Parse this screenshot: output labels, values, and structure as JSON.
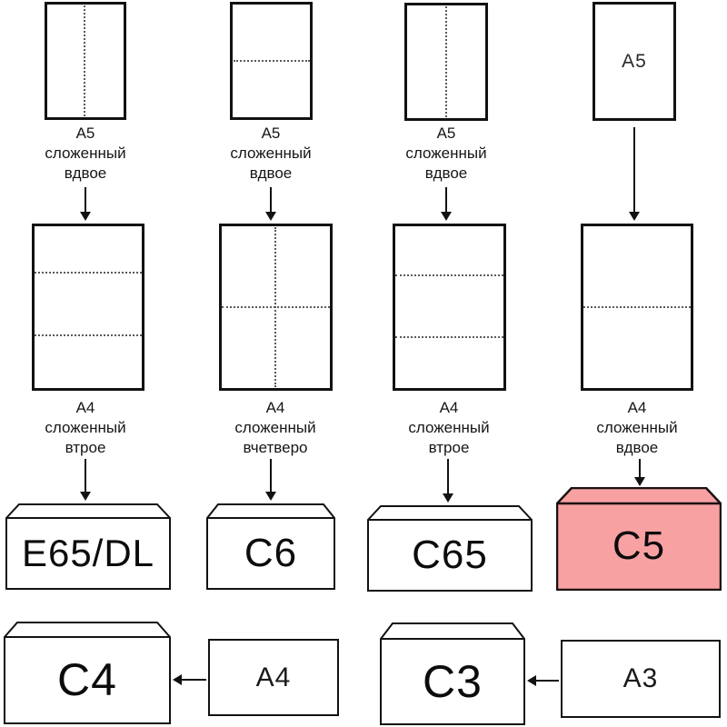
{
  "colors": {
    "highlight": "#f7a1a3",
    "paper": "#ffffff",
    "line": "#121212"
  },
  "columns": [
    {
      "a5_caption": [
        "A5",
        "сложенный",
        "вдвое"
      ],
      "a4_caption": [
        "A4",
        "сложенный",
        "втрое"
      ],
      "envelope_label": "E65/DL"
    },
    {
      "a5_caption": [
        "A5",
        "сложенный",
        "вдвое"
      ],
      "a4_caption": [
        "A4",
        "сложенный",
        "вчетверо"
      ],
      "envelope_label": "C6"
    },
    {
      "a5_caption": [
        "A5",
        "сложенный",
        "вдвое"
      ],
      "a4_caption": [
        "A4",
        "сложенный",
        "втрое"
      ],
      "envelope_label": "C65"
    },
    {
      "a5_inner_label": "A5",
      "a4_caption": [
        "A4",
        "сложенный",
        "вдвое"
      ],
      "envelope_label": "C5"
    }
  ],
  "bottom_row": [
    {
      "envelope_label": "C4",
      "sheet_label": "A4"
    },
    {
      "envelope_label": "C3",
      "sheet_label": "A3"
    }
  ]
}
